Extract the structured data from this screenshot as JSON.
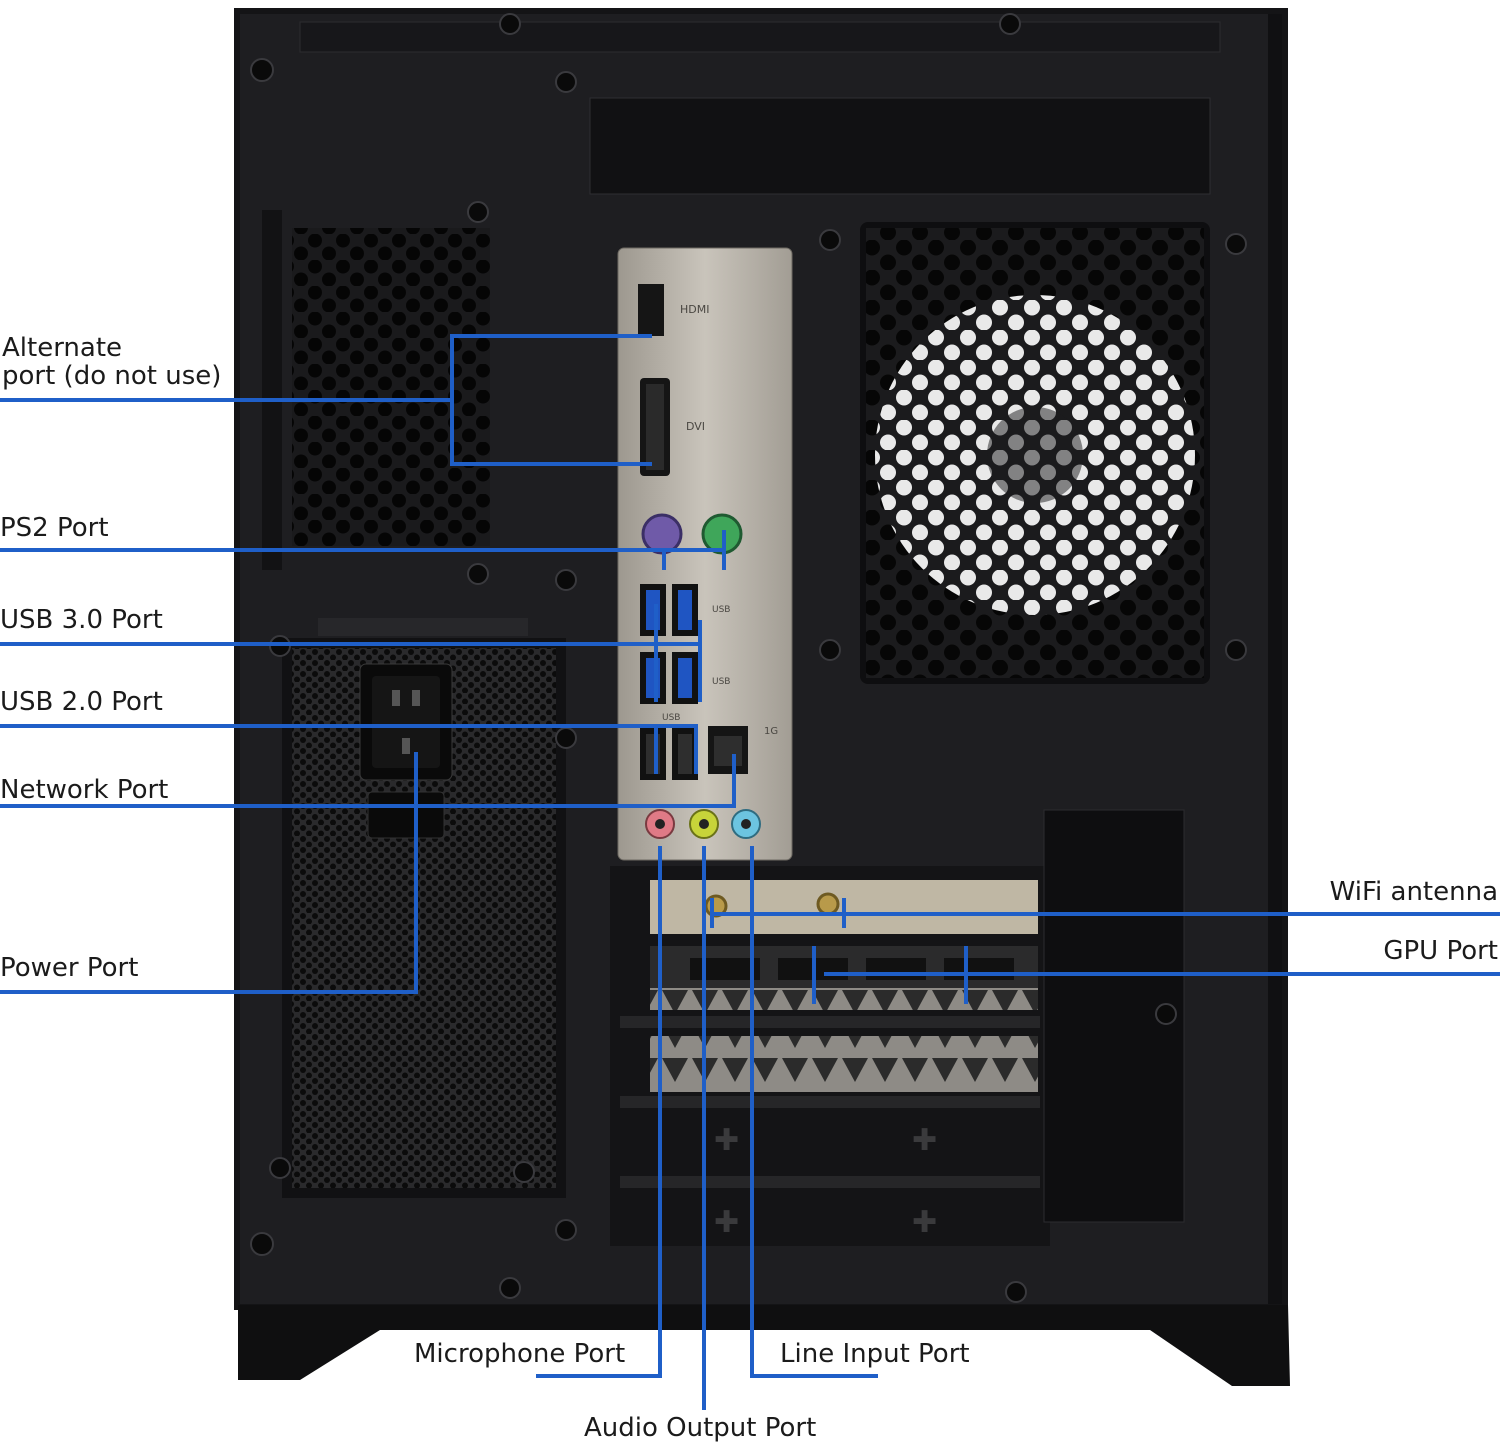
{
  "labels": {
    "alternate_port_line1": "Alternate",
    "alternate_port_line2": "port (do not use)",
    "ps2_port": "PS2 Port",
    "usb30_port": "USB 3.0 Port",
    "usb20_port": "USB 2.0 Port",
    "network_port": "Network Port",
    "power_port": "Power Port",
    "wifi_antenna": "WiFi antenna",
    "gpu_port": "GPU Port",
    "microphone_port": "Microphone Port",
    "line_input_port": "Line Input Port",
    "audio_output_port": "Audio Output Port"
  },
  "io_panel_text": {
    "hdmi": "HDMI",
    "dvi": "DVI",
    "usb_a": "USB",
    "usb_b": "USB",
    "usb_c": "USB",
    "lan": "1G"
  },
  "colors": {
    "callout_line": "#1f5fc8",
    "case_body": "#1c1c1e",
    "io_shield": "#b9b4ab",
    "ps2_mouse": "#6f5aa8",
    "ps2_keyboard": "#3fa65a",
    "usb3_blue": "#1f55c2",
    "audio_pink": "#e07a86",
    "audio_lime": "#c7d43a",
    "audio_blue": "#6cc4e0"
  }
}
